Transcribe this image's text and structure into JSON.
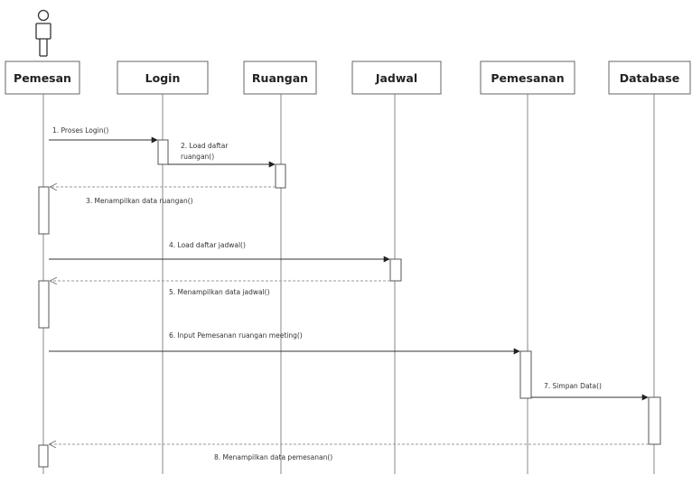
{
  "participants": [
    {
      "id": "pemesan",
      "label": "Pemesan",
      "actor": true,
      "icon": "actor-stick-figure-icon"
    },
    {
      "id": "login",
      "label": "Login"
    },
    {
      "id": "ruangan",
      "label": "Ruangan"
    },
    {
      "id": "jadwal",
      "label": "Jadwal"
    },
    {
      "id": "pemesanan",
      "label": "Pemesanan"
    },
    {
      "id": "database",
      "label": "Database"
    }
  ],
  "messages": [
    {
      "number": 1,
      "label": "1. Proses Login()",
      "from": "pemesan",
      "to": "login",
      "kind": "call"
    },
    {
      "number": 2,
      "label_lines": [
        "2. Load daftar",
        "ruangan()"
      ],
      "from": "login",
      "to": "ruangan",
      "kind": "call"
    },
    {
      "number": 3,
      "label": "3. Menampilkan data ruangan()",
      "from": "ruangan",
      "to": "pemesan",
      "kind": "return"
    },
    {
      "number": 4,
      "label": "4. Load daftar jadwal()",
      "from": "pemesan",
      "to": "jadwal",
      "kind": "call"
    },
    {
      "number": 5,
      "label": "5. Menampilkan data jadwal()",
      "from": "jadwal",
      "to": "pemesan",
      "kind": "return"
    },
    {
      "number": 6,
      "label": "6. Input Pemesanan ruangan meeting()",
      "from": "pemesan",
      "to": "pemesanan",
      "kind": "call"
    },
    {
      "number": 7,
      "label": "7. Simpan Data()",
      "from": "pemesanan",
      "to": "database",
      "kind": "call"
    },
    {
      "number": 8,
      "label": "8. Menampilkan data pemesanan()",
      "from": "database",
      "to": "pemesan",
      "kind": "return"
    }
  ],
  "colors": {
    "line": "#333333",
    "return_line": "#9a9a9a",
    "box_border": "#666666",
    "text": "#222222"
  }
}
